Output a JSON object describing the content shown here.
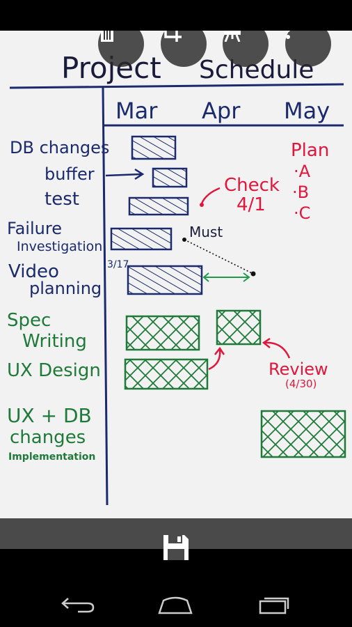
{
  "toolbar": {
    "delete_icon": "trash-icon",
    "crop_icon": "crop-icon",
    "enhance_icon": "whiteboard-icon",
    "more_icon": "more-vert-icon"
  },
  "board": {
    "title_left": "Project",
    "title_right": "Schedule",
    "months": [
      "Mar",
      "Apr",
      "May"
    ],
    "tasks": {
      "db": "DB changes",
      "buffer": "buffer",
      "test": "test",
      "failure1": "Failure",
      "failure2": "Investigation",
      "video1": "Video",
      "video2": "planning",
      "spec1": "Spec",
      "spec2": "Writing",
      "ux": "UX Design",
      "uxdb1": "UX + DB",
      "uxdb2": "changes",
      "uxdb3": "Implementation"
    },
    "plan": {
      "title": "Plan",
      "a": "·A",
      "b": "·B",
      "c": "·C"
    },
    "check1": "Check",
    "check2": "4/1",
    "must": "Must",
    "date_317": "3/17",
    "review": "Review",
    "review_date": "(4/30)",
    "colors": {
      "ink": "#1a2a6c",
      "green": "#1f7a3a",
      "red": "#e0163c",
      "board": "#f2f2f2"
    }
  },
  "bottom": {
    "save_icon": "save-icon"
  },
  "nav": {
    "back_icon": "back-icon",
    "home_icon": "home-icon",
    "recents_icon": "recents-icon"
  }
}
